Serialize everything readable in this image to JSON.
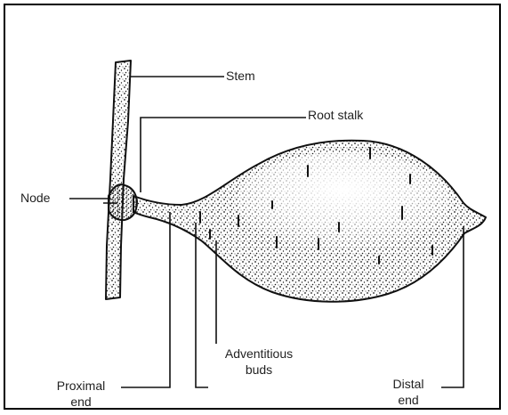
{
  "labels": {
    "stem": "Stem",
    "root_stalk": "Root stalk",
    "node": "Node",
    "proximal_end": [
      "Proximal",
      "end"
    ],
    "adventitious_buds": [
      "Adventitious",
      "buds"
    ],
    "distal_end": [
      "Distal",
      "end"
    ]
  },
  "colors": {
    "ink": "#111111",
    "stipple": "#1a1a1a",
    "background": "#ffffff",
    "frame": "#000000"
  }
}
